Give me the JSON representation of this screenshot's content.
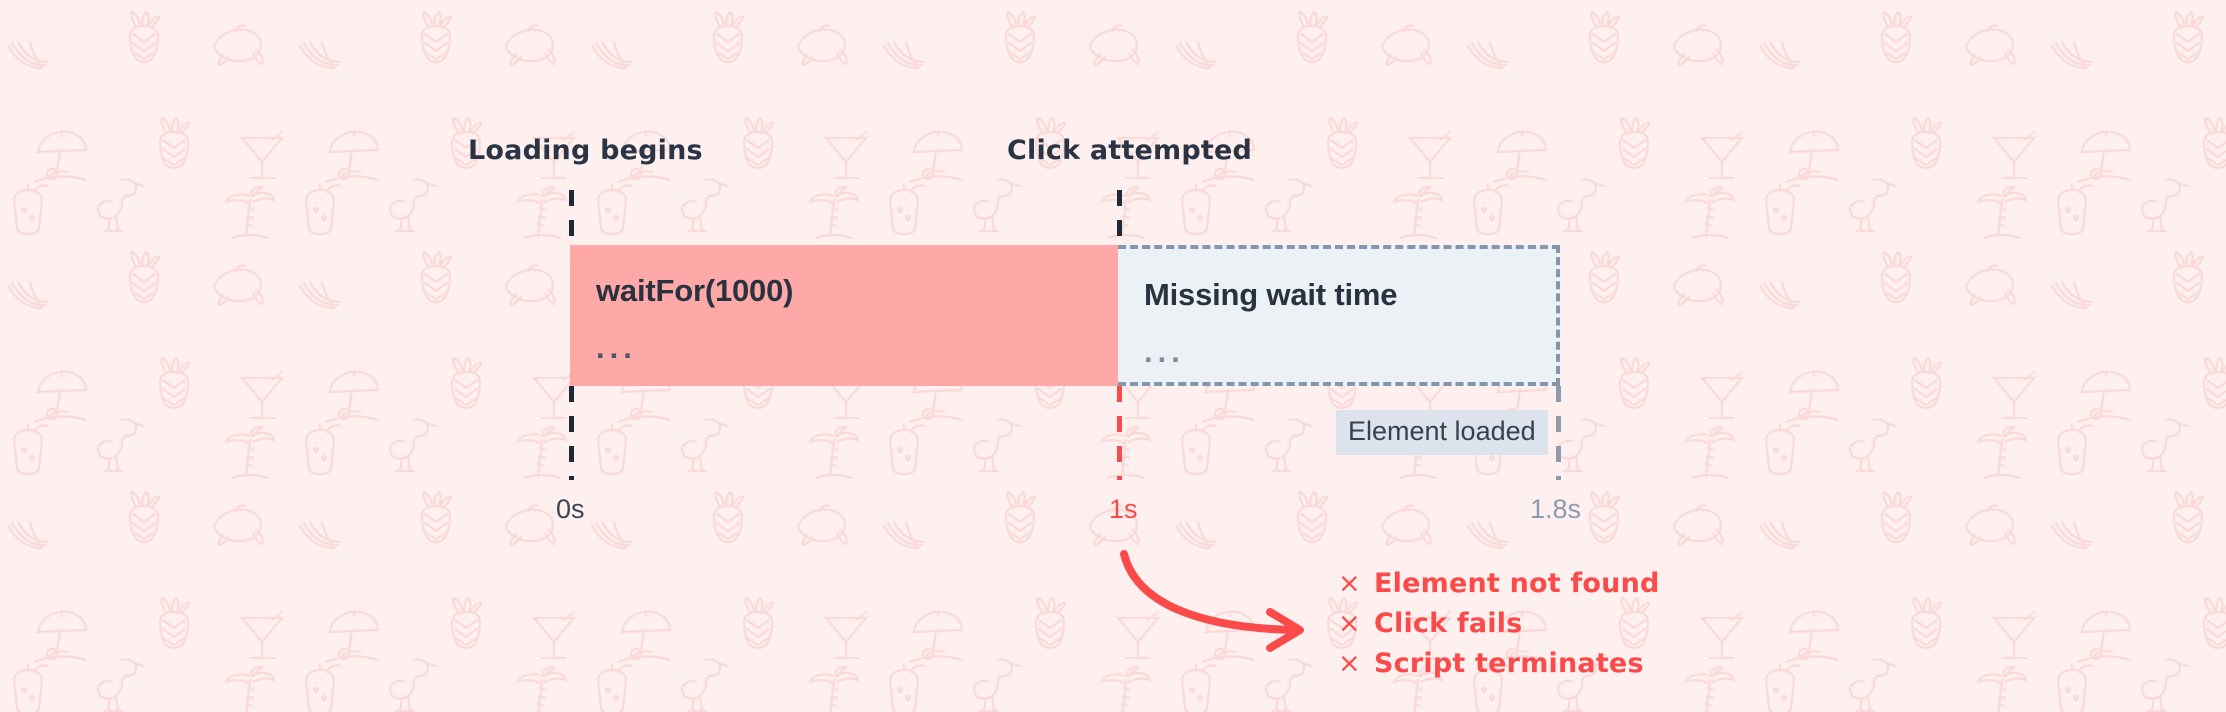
{
  "theme": {
    "background_color": "#FDF0EE",
    "pattern_color": "#FBDCDC",
    "wait_bar_color": "#FFA8A8",
    "missing_bar_color": "#ECF1F6",
    "missing_bar_border_color": "#8496AB",
    "navy_color": "#2B3445",
    "error_red": "#FB4A4A",
    "slate_color": "#8C9BAE",
    "badge_bg_color": "#DCE3EC"
  },
  "timeline": {
    "markers": [
      {
        "id": "loading-begins",
        "label": "Loading begins",
        "time_label": "0s",
        "time_color": "#3C4657"
      },
      {
        "id": "click-attempted",
        "label": "Click attempted",
        "time_label": "1s",
        "time_color": "#FB4A4A"
      },
      {
        "id": "element-loaded",
        "label": "",
        "time_label": "1.8s",
        "time_color": "#8C9BAE"
      }
    ],
    "bars": [
      {
        "id": "wait-for",
        "title": "waitFor(1000)",
        "dots": "...",
        "style": "filled"
      },
      {
        "id": "missing-wait",
        "title": "Missing wait time",
        "dots": "...",
        "style": "dashed"
      }
    ],
    "badge": {
      "label": "Element loaded"
    }
  },
  "failures": {
    "marker": "×",
    "items": [
      {
        "text": "Element not found"
      },
      {
        "text": "Click fails"
      },
      {
        "text": "Script terminates"
      }
    ]
  },
  "icons": {
    "x_mark": "x-mark-icon",
    "arrow": "curved-arrow-icon"
  }
}
